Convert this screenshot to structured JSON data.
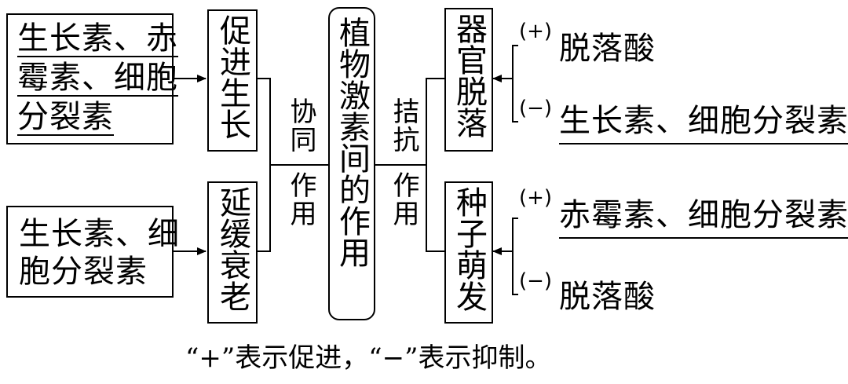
{
  "left": {
    "promote_source_lines": [
      "生长素、赤",
      "霉素、细胞",
      "分裂素"
    ],
    "delay_source_lines": [
      "生长素、细",
      "胞分裂素"
    ],
    "promote_growth": "促进生长",
    "delay_aging": "延缓衰老",
    "synergy": "协同",
    "synergy_action": "作用"
  },
  "center": {
    "title": "植物激素间的作用"
  },
  "right": {
    "antagonism": "拮抗",
    "antagonism_action": "作用",
    "organ_shedding": "器官脱落",
    "seed_germination": "种子萌发",
    "plus_sign": "(+)",
    "minus_sign": "(−)",
    "shedding_plus": "脱落酸",
    "shedding_minus": "生长素、细胞分裂素",
    "germination_plus": "赤霉素、细胞分裂素",
    "germination_minus": "脱落酸"
  },
  "footnote": "“+”表示促进，“−”表示抑制。"
}
